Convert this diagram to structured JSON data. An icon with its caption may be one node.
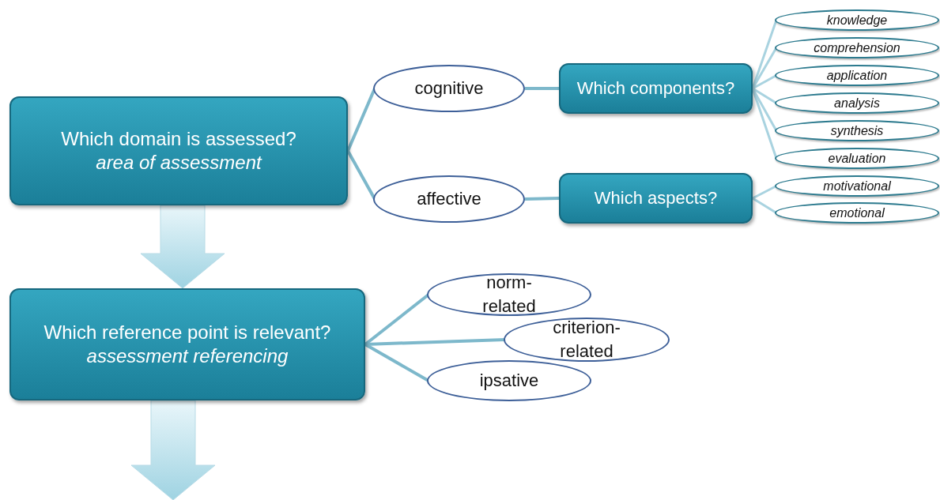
{
  "diagram": {
    "nodes": [
      {
        "text": [
          "Which domain is assessed?",
          "area of assessment"
        ]
      },
      {
        "text": [
          "cognitive"
        ]
      },
      {
        "text": [
          "affective"
        ]
      },
      {
        "text": [
          "Which components?"
        ]
      },
      {
        "text": [
          "knowledge"
        ]
      },
      {
        "text": [
          "comprehension"
        ]
      },
      {
        "text": [
          "application"
        ]
      },
      {
        "text": [
          "analysis"
        ]
      },
      {
        "text": [
          "synthesis"
        ]
      },
      {
        "text": [
          "evaluation"
        ]
      },
      {
        "text": [
          "Which aspects?"
        ]
      },
      {
        "text": [
          "motivational"
        ]
      },
      {
        "text": [
          "emotional"
        ]
      },
      {
        "text": [
          "Which reference point is relevant?",
          "assessment referencing"
        ]
      },
      {
        "text": [
          "norm-related"
        ]
      },
      {
        "text": [
          "criterion-related"
        ]
      },
      {
        "text": [
          "ipsative"
        ]
      }
    ],
    "edges": [
      {
        "from": 0,
        "to": 1,
        "arrow": "none"
      },
      {
        "from": 0,
        "to": 2,
        "arrow": "none"
      },
      {
        "from": 1,
        "to": 3,
        "arrow": "none"
      },
      {
        "from": 2,
        "to": 10,
        "arrow": "none"
      },
      {
        "from": 3,
        "to": 4,
        "arrow": "none"
      },
      {
        "from": 3,
        "to": 5,
        "arrow": "none"
      },
      {
        "from": 3,
        "to": 6,
        "arrow": "none"
      },
      {
        "from": 3,
        "to": 7,
        "arrow": "none"
      },
      {
        "from": 3,
        "to": 8,
        "arrow": "none"
      },
      {
        "from": 3,
        "to": 9,
        "arrow": "none"
      },
      {
        "from": 10,
        "to": 11,
        "arrow": "none"
      },
      {
        "from": 10,
        "to": 12,
        "arrow": "none"
      },
      {
        "from": 13,
        "to": 14,
        "arrow": "none"
      },
      {
        "from": 13,
        "to": 15,
        "arrow": "none"
      },
      {
        "from": 13,
        "to": 16,
        "arrow": "none"
      },
      {
        "from": 0,
        "to": 13,
        "arrow": "to",
        "style": "thick"
      },
      {
        "from": 13,
        "to": null,
        "arrow": "to",
        "style": "thick"
      }
    ]
  }
}
